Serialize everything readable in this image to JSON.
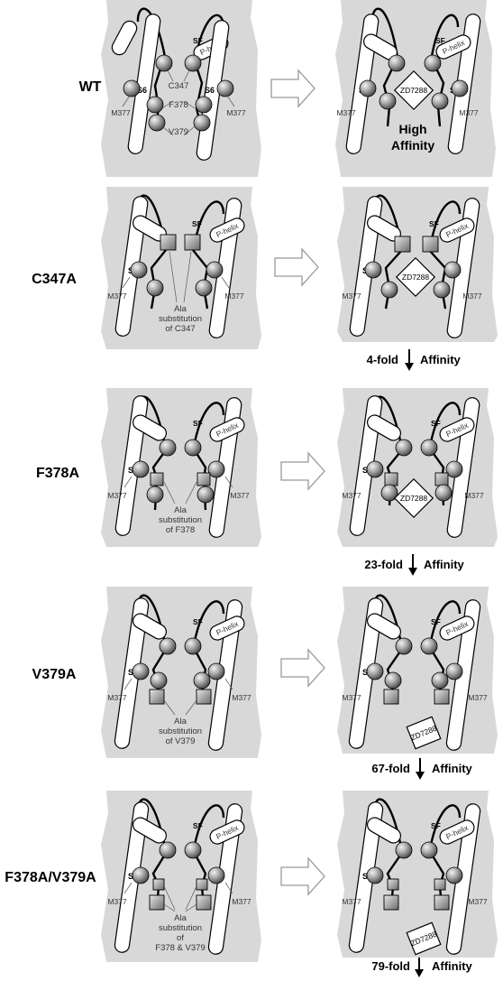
{
  "labels": {
    "sf": "SF",
    "s6": "S6",
    "p_helix": "P-helix",
    "m377": "M377",
    "c347": "C347",
    "f378": "F378",
    "v379": "V379",
    "drug": "ZD7288",
    "affinity": "Affinity",
    "high": "High",
    "ala": "Ala",
    "substitution": "substitution",
    "of": "of"
  },
  "rows": [
    {
      "label": "WT",
      "fold": "",
      "sub_target": ""
    },
    {
      "label": "C347A",
      "fold": "4-fold",
      "sub_target": "of C347"
    },
    {
      "label": "F378A",
      "fold": "23-fold",
      "sub_target": "of F378"
    },
    {
      "label": "V379A",
      "fold": "67-fold",
      "sub_target": "of V379"
    },
    {
      "label": "F378A/V379A",
      "fold": "79-fold",
      "sub_target": "F378 & V379"
    }
  ]
}
